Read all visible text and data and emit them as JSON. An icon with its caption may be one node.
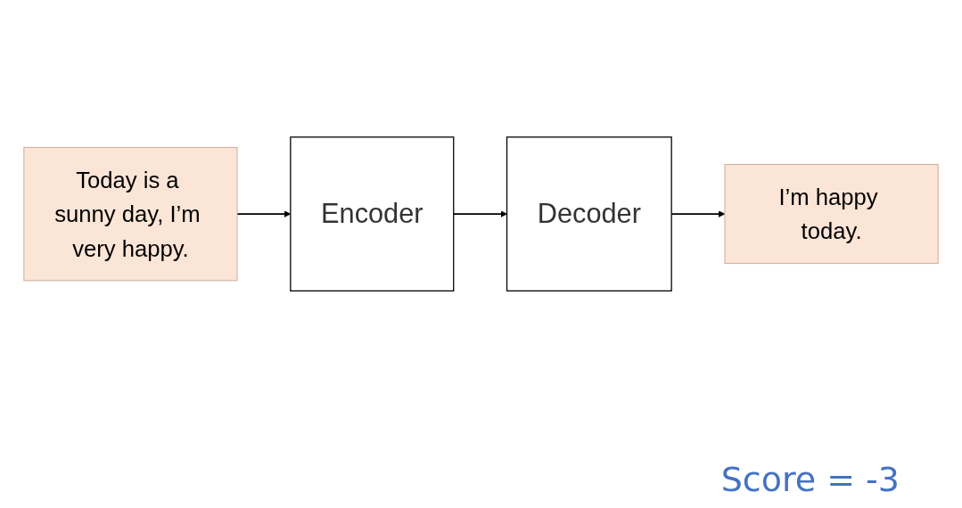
{
  "diagram": {
    "nodes": [
      {
        "text": [
          "I’m happy today."
        ]
      },
      {
        "text": [
          "Encoder"
        ]
      },
      {
        "text": [
          "Decoder"
        ]
      },
      {
        "text": [
          "Today is a sunny day, I’m very happy."
        ]
      }
    ],
    "edges": [
      {
        "from": 3,
        "to": 1,
        "arrow": "to"
      },
      {
        "from": 1,
        "to": 2,
        "arrow": "to"
      },
      {
        "from": 2,
        "to": 0,
        "arrow": "to"
      }
    ],
    "labels": [
      "Score = -3"
    ]
  }
}
